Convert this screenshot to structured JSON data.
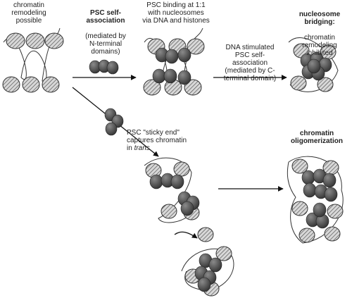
{
  "labels": {
    "chromatin_remodeling": "chromatin\nremodeling\npossible",
    "psc_self_title": "PSC self-\nassociation",
    "psc_self_body": "(mediated by\nN-terminal\ndomains)",
    "psc_binding": "PSC binding at 1:1\nwith nucleosomes\nvia DNA and histones",
    "dna_stimulated": "DNA stimulated\nPSC self-\nassociation\n(mediated by C-\nterminal domain)",
    "bridging_title": "nucleosome\nbridging:",
    "bridging_body": "chromatin\nremodeling\ninhibited",
    "sticky_end_a": "PSC \"sticky end\"\ncaptures chromatin\nin ",
    "sticky_end_trans": "trans",
    "oligomerization": "chromatin\noligomerization"
  },
  "colors": {
    "psc_dark": "#3a3a3a",
    "psc_mid": "#6c6c6c",
    "nucleosome_fill": "#d6d6d6",
    "hatch": "#555555",
    "dna_line": "#333333",
    "arrow": "#111111"
  }
}
